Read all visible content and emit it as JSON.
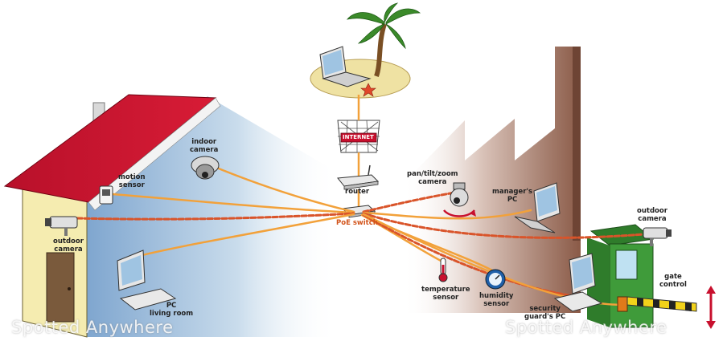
{
  "diagram": {
    "title": "PoE network diagram",
    "labels": {
      "indoor_camera": [
        "indoor",
        "camera"
      ],
      "motion_sensor": [
        "motion",
        "sensor"
      ],
      "outdoor_camera_left": [
        "outdoor",
        "camera"
      ],
      "pc_living_room": [
        "PC",
        "living room"
      ],
      "router": "router",
      "poe_switch": "PoE switch",
      "internet": "INTERNET",
      "ptz_camera": [
        "pan/tilt/zoom",
        "camera"
      ],
      "managers_pc": [
        "manager's",
        "PC"
      ],
      "outdoor_camera_right": [
        "outdoor",
        "camera"
      ],
      "gate_control": [
        "gate",
        "control"
      ],
      "temperature_sensor": [
        "temperature",
        "sensor"
      ],
      "humidity_sensor": [
        "humidity",
        "sensor"
      ],
      "security_pc": [
        "security",
        "guard's PC"
      ]
    },
    "watermark": [
      "Spotted Anywhere",
      "Spotted Anywhere"
    ],
    "colors": {
      "cable": "#f2a13a",
      "cable_dashed": "#d9542a",
      "roof": "#c8102e",
      "house_wall": "#f5ecb0",
      "house_side": "#8fb2d4",
      "factory": "#9c6e5a",
      "guard_booth": "#3f9b3a",
      "poe_label": "#d2531a"
    }
  }
}
